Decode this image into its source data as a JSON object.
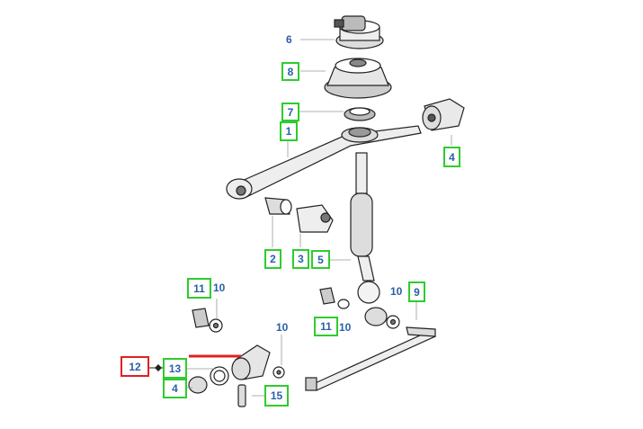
{
  "callouts": {
    "c6": "6",
    "c8": "8",
    "c7": "7",
    "c1": "1",
    "c4": "4",
    "c2": "2",
    "c3": "3",
    "c5": "5",
    "c11a": "11",
    "c10a": "10",
    "c10b": "10",
    "c9": "9",
    "c11b": "11",
    "c10c": "10",
    "c10d": "10",
    "c12": "12",
    "c13": "13",
    "c14": "4",
    "c15": "15"
  },
  "colors": {
    "box_border": "#2ecc2e",
    "selected_border": "#e02020",
    "label_text": "#2b5fa6"
  }
}
